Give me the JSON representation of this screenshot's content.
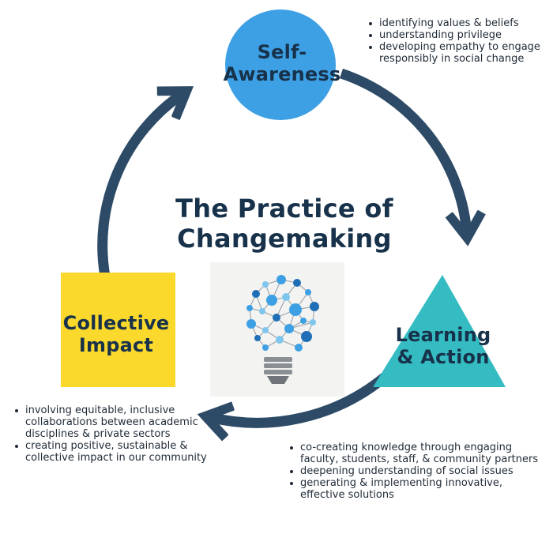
{
  "title": "The Practice of Changemaking",
  "nodes": {
    "self_awareness": {
      "label": "Self-Awareness",
      "label_line1": "Self-",
      "label_line2": "Awareness",
      "shape": "circle",
      "color": "#3ea0e4",
      "bullets": [
        "identifying values & beliefs",
        "understanding privilege",
        "developing empathy to engage responsibly in social change"
      ]
    },
    "learning_action": {
      "label": "Learning & Action",
      "label_line1": "Learning",
      "label_line2": "& Action",
      "shape": "triangle",
      "color": "#34bcc2",
      "bullets": [
        "co-creating knowledge through engaging faculty, students, staff, & community partners",
        "deepening understanding of social issues",
        "generating & implementing  innovative, effective solutions"
      ]
    },
    "collective_impact": {
      "label": "Collective Impact",
      "label_line1": "Collective",
      "label_line2": "Impact",
      "shape": "square",
      "color": "#fbd82c",
      "bullets": [
        "involving equitable, inclusive collaborations between academic disciplines & private sectors",
        "creating positive, sustainable & collective impact in our community"
      ]
    }
  },
  "cycle": {
    "direction": "clockwise",
    "order": [
      "Self-Awareness",
      "Learning & Action",
      "Collective Impact"
    ],
    "arrow_color": "#2d4a66"
  },
  "center_icon": "lightbulb-network-icon",
  "colors": {
    "text": "#17324a",
    "bulb_nodes": [
      "#3ea0e4",
      "#1f6fb8",
      "#7fc6ef"
    ],
    "bulb_base": "#8a8f94"
  }
}
